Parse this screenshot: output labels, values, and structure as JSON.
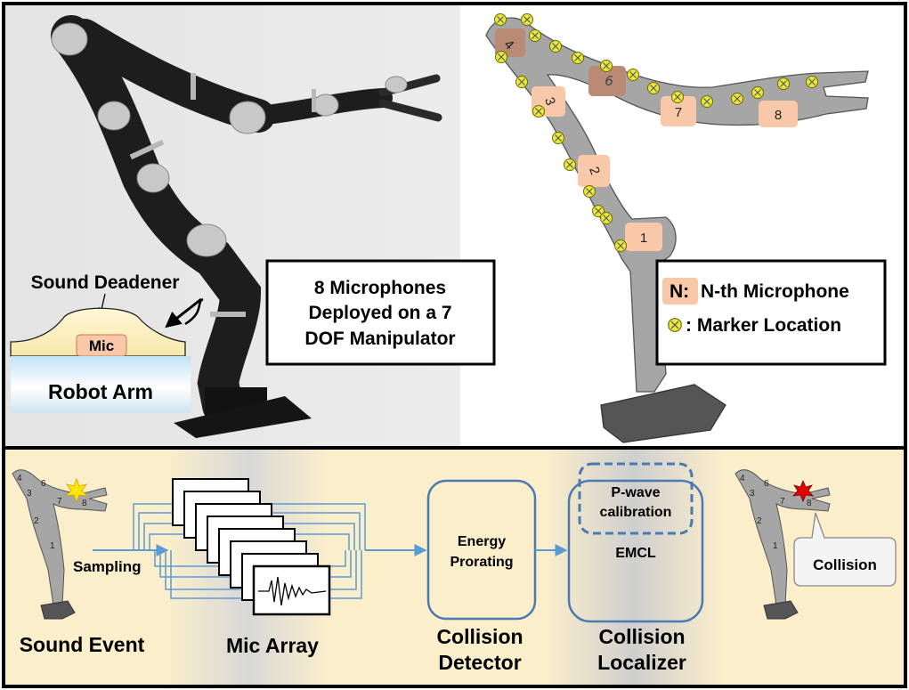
{
  "photo_panel": {
    "deadener_label": "Sound Deadener",
    "mic_label": "Mic",
    "arm_label": "Robot Arm",
    "callout_lines": [
      "8 Microphones",
      "Deployed on a 7",
      "DOF Manipulator"
    ]
  },
  "schematic_panel": {
    "mic_numbers": [
      "1",
      "2",
      "3",
      "4",
      "6",
      "7",
      "8"
    ],
    "legend": {
      "mic_key": "N:",
      "mic_text": "N-th Microphone",
      "marker_text": ": Marker Location"
    }
  },
  "pipeline": {
    "sound_event_label": "Sound Event",
    "sampling_label": "Sampling",
    "mic_array_label": "Mic Array",
    "energy_label_lines": [
      "Energy",
      "Prorating"
    ],
    "detector_label_lines": [
      "Collision",
      "Detector"
    ],
    "pwave_label_lines": [
      "P-wave",
      "calibration"
    ],
    "emcl_label": "EMCL",
    "localizer_label_lines": [
      "Collision",
      "Localizer"
    ],
    "collision_bubble": "Collision",
    "small_arm_numbers": [
      "4",
      "3",
      "2",
      "1",
      "6",
      "7",
      "8"
    ]
  },
  "colors": {
    "mic_fill": "#f8c8a8",
    "marker_fill": "#e8e840",
    "arm_gray": "#a6a6a6",
    "base_dark": "#555555",
    "pipeline_bg": "#fbeecb",
    "flow_blue": "#5b9bd5",
    "collision_red": "#e00000",
    "impact_yellow": "#ffe600"
  }
}
